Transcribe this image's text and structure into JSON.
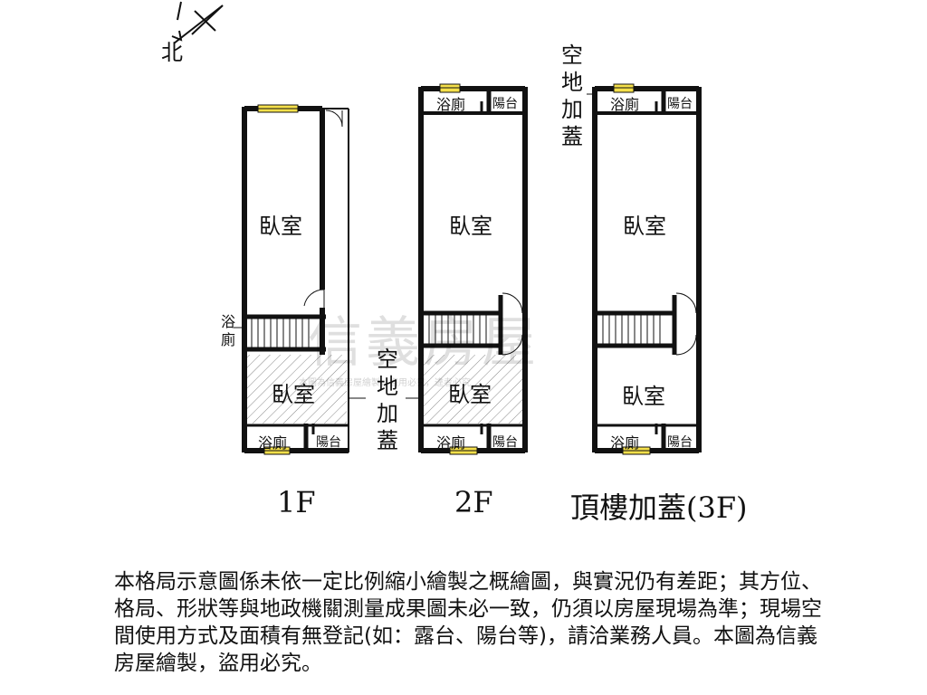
{
  "compass": {
    "label": "北"
  },
  "floors": [
    {
      "label": "1F",
      "rooms": {
        "bedroom_top": "臥室",
        "bedroom_bottom": "臥室",
        "bath_side": "浴廁",
        "bath_bottom": "浴廁",
        "balcony": "陽台"
      }
    },
    {
      "label": "2F",
      "rooms": {
        "bath_top": "浴廁",
        "balcony_top": "陽台",
        "bedroom_top": "臥室",
        "bedroom_bottom": "臥室",
        "bath_bottom": "浴廁",
        "balcony_bottom": "陽台"
      }
    },
    {
      "label": "頂樓加蓋(3F)",
      "rooms": {
        "bath_top": "浴廁",
        "balcony_top": "陽台",
        "bedroom_top": "臥室",
        "bedroom_bottom": "臥室",
        "bath_bottom": "浴廁",
        "balcony_bottom": "陽台"
      }
    }
  ],
  "annotations": {
    "open_space_extension": "空地加蓋"
  },
  "watermark": {
    "brand": "信義房屋",
    "notice": "本圖為信義房屋繪製，盜用必究，違者必究"
  },
  "disclaimer": "本格局示意圖係未依一定比例縮小繪製之概繪圖，與實況仍有差距；其方位、格局、形狀等與地政機關測量成果圖未必一致，仍須以房屋現場為準；現場空間使用方式及面積有無登記(如：露台、陽台等)，請洽業務人員。本圖為信義房屋繪製，盜用必究。",
  "colors": {
    "wall": "#111111",
    "window": "#f5e04a",
    "hatch": "#888888"
  }
}
